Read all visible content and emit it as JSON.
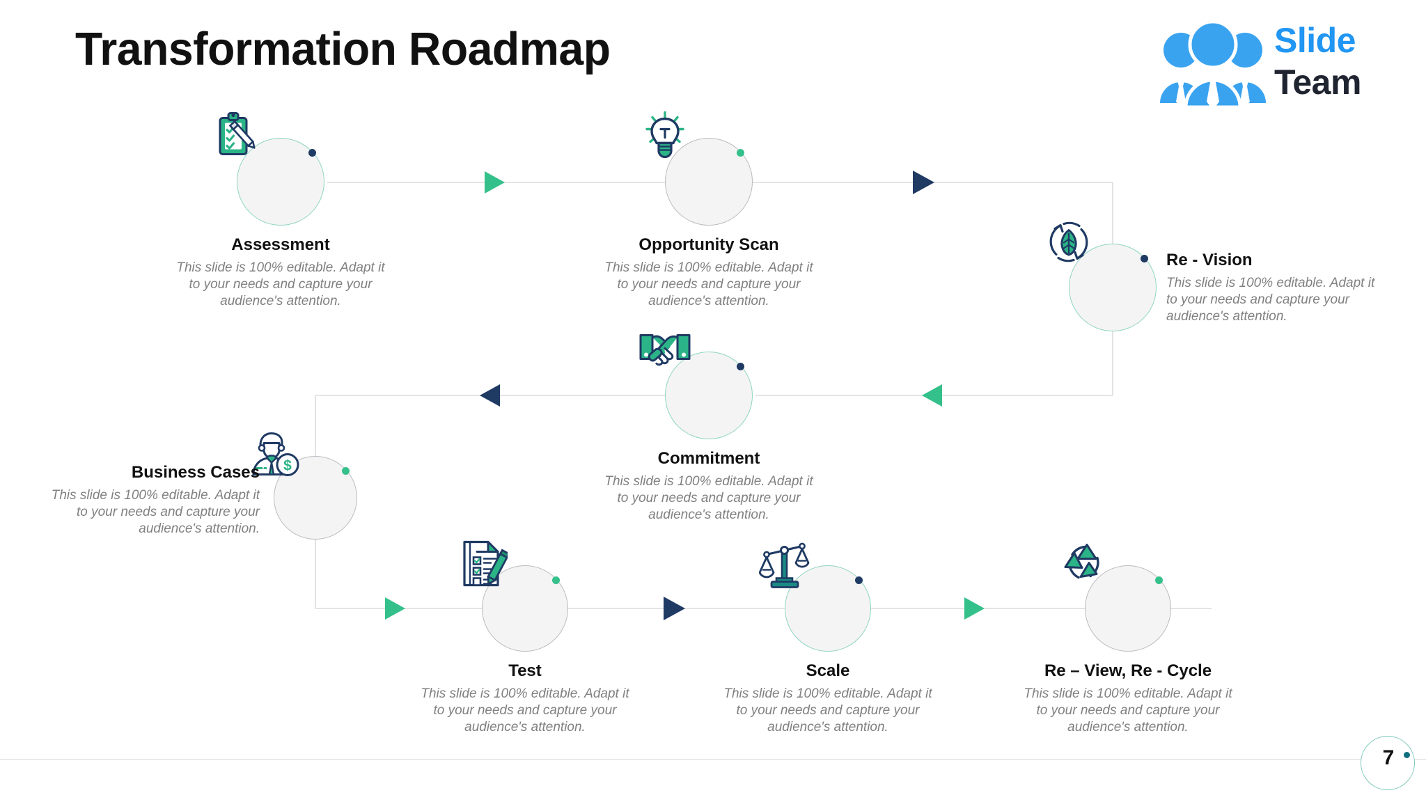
{
  "header": {
    "title": "Transformation Roadmap",
    "logo": {
      "word_one": "Slide",
      "word_two": "Team",
      "mark": "three-people-icon",
      "blue": "#2196f3",
      "dark": "#1f2430"
    }
  },
  "theme": {
    "accent_green": "#34c08a",
    "accent_navy": "#1f3a63",
    "accent_teal": "#17807c",
    "circle_fill": "#f4f4f5",
    "ring_teal": "#8fd4c2",
    "ring_gray": "#b9bcc0",
    "line_gray": "#dcdcdc",
    "text_dark": "#111111",
    "text_muted": "#808080"
  },
  "body_text": "This slide is 100% editable. Adapt it to your needs and capture your audience's attention.",
  "nodes": [
    {
      "id": "assessment",
      "label": "Assessment",
      "desc": "This slide is 100% editable. Adapt it to your needs and capture your audience's attention.",
      "icon": "clipboard-checklist-pencil-icon",
      "ring": "teal",
      "dot": "navy",
      "align": "center"
    },
    {
      "id": "opportunity-scan",
      "label": "Opportunity Scan",
      "desc": "This slide is 100% editable. Adapt it to your needs and capture your audience's attention.",
      "icon": "lightbulb-idea-icon",
      "ring": "gray",
      "dot": "green",
      "align": "center"
    },
    {
      "id": "re-vision",
      "label": "Re - Vision",
      "desc": "This slide is 100% editable. Adapt it to your needs and capture your audience's attention.",
      "icon": "leaf-recycle-arrows-icon",
      "ring": "teal",
      "dot": "navy",
      "align": "left"
    },
    {
      "id": "commitment",
      "label": "Commitment",
      "desc": "This slide is 100% editable. Adapt it to your needs and capture your audience's attention.",
      "icon": "handshake-icon",
      "ring": "teal",
      "dot": "navy",
      "align": "center"
    },
    {
      "id": "business-cases",
      "label": "Business Cases",
      "desc": "This slide is 100% editable. Adapt it to your needs and capture your audience's attention.",
      "icon": "businessman-dollar-icon",
      "ring": "gray",
      "dot": "green",
      "align": "right"
    },
    {
      "id": "test",
      "label": "Test",
      "desc": "This slide is 100% editable. Adapt it to your needs and capture your audience's attention.",
      "icon": "checklist-document-pencil-icon",
      "ring": "gray",
      "dot": "green",
      "align": "center"
    },
    {
      "id": "scale",
      "label": "Scale",
      "desc": "This slide is 100% editable. Adapt it to your needs and capture your audience's attention.",
      "icon": "balance-scales-icon",
      "ring": "teal",
      "dot": "navy",
      "align": "center"
    },
    {
      "id": "re-view-re-cycle",
      "label": "Re – View, Re - Cycle",
      "desc": "This slide is 100% editable. Adapt it to your needs and capture your audience's attention.",
      "icon": "recycle-triangles-icon",
      "ring": "gray",
      "dot": "green",
      "align": "center"
    }
  ],
  "connector_arrows": [
    {
      "id": "arrow-assessment-to-opportunity",
      "color": "green",
      "direction": "right"
    },
    {
      "id": "arrow-opportunity-to-revision",
      "color": "navy",
      "direction": "right"
    },
    {
      "id": "arrow-commitment-to-businesscases",
      "color": "navy",
      "direction": "left"
    },
    {
      "id": "arrow-revision-to-commitment",
      "color": "green",
      "direction": "left"
    },
    {
      "id": "arrow-businesscases-to-test",
      "color": "green",
      "direction": "right"
    },
    {
      "id": "arrow-test-to-scale",
      "color": "navy",
      "direction": "right"
    },
    {
      "id": "arrow-scale-to-recycle",
      "color": "green",
      "direction": "right"
    }
  ],
  "footer": {
    "page_number": "7"
  }
}
